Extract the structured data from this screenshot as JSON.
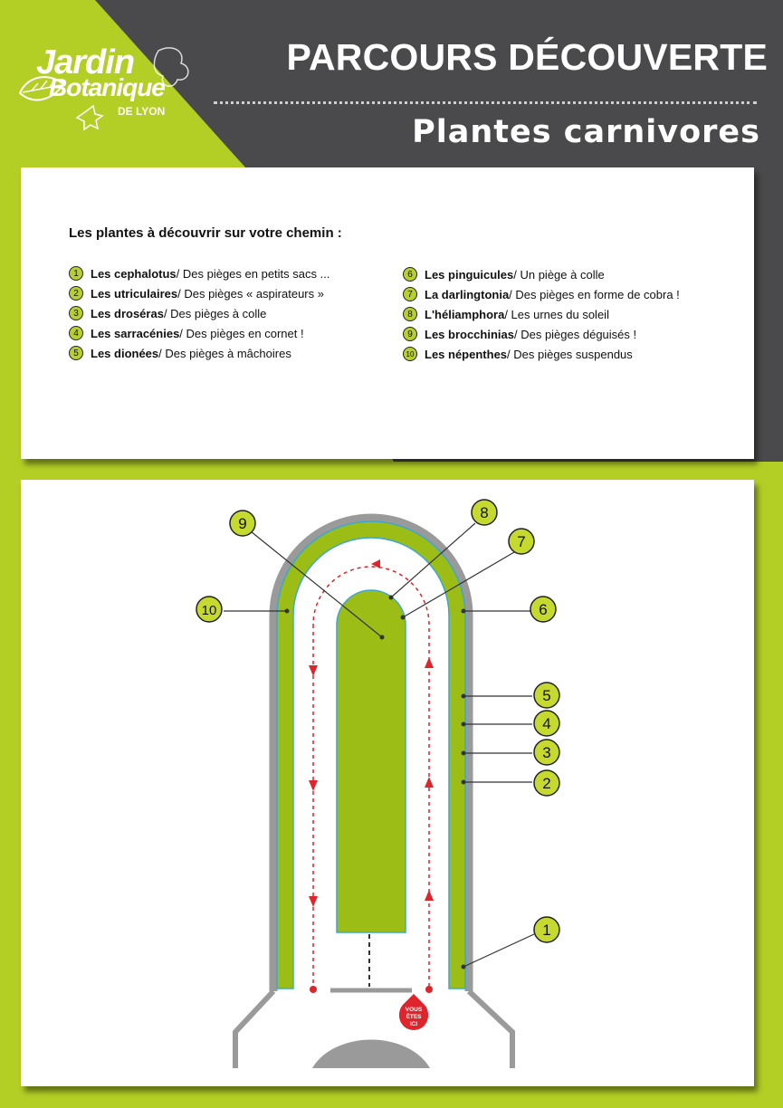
{
  "header": {
    "title": "PARCOURS DÉCOUVERTE",
    "subtitle": "Plantes carnivores"
  },
  "logo": {
    "line1": "Jardin",
    "line2": "Botanique",
    "line3": "DE LYON"
  },
  "intro": "Les plantes à découvrir sur votre chemin :",
  "plants": [
    {
      "num": "1",
      "name": "Les cephalotus",
      "desc": " / Des pièges en petits sacs ..."
    },
    {
      "num": "2",
      "name": "Les utriculaires",
      "desc": " / Des pièges « aspirateurs »"
    },
    {
      "num": "3",
      "name": "Les droséras",
      "desc": " / Des pièges à colle"
    },
    {
      "num": "4",
      "name": "Les sarracénies",
      "desc": " / Des pièges en cornet !"
    },
    {
      "num": "5",
      "name": "Les dionées",
      "desc": " / Des pièges à mâchoires"
    },
    {
      "num": "6",
      "name": "Les pinguicules",
      "desc": " / Un piège à colle"
    },
    {
      "num": "7",
      "name": "La darlingtonia",
      "desc": " / Des pièges en forme de cobra !"
    },
    {
      "num": "8",
      "name": "L'héliamphora",
      "desc": " / Les urnes du soleil"
    },
    {
      "num": "9",
      "name": "Les brocchinias",
      "desc": " / Des pièges déguisés !"
    },
    {
      "num": "10",
      "name": "Les népenthes",
      "desc": " / Des pièges suspendus"
    }
  ],
  "map": {
    "you_are_here": [
      "VOUS",
      "ÊTES",
      "ICI"
    ],
    "colors": {
      "green": "#9cbd16",
      "gray": "#9a9a9a",
      "path": "#e0242b",
      "border_blue": "#3aa7d8",
      "badge": "#c6d92e"
    }
  }
}
